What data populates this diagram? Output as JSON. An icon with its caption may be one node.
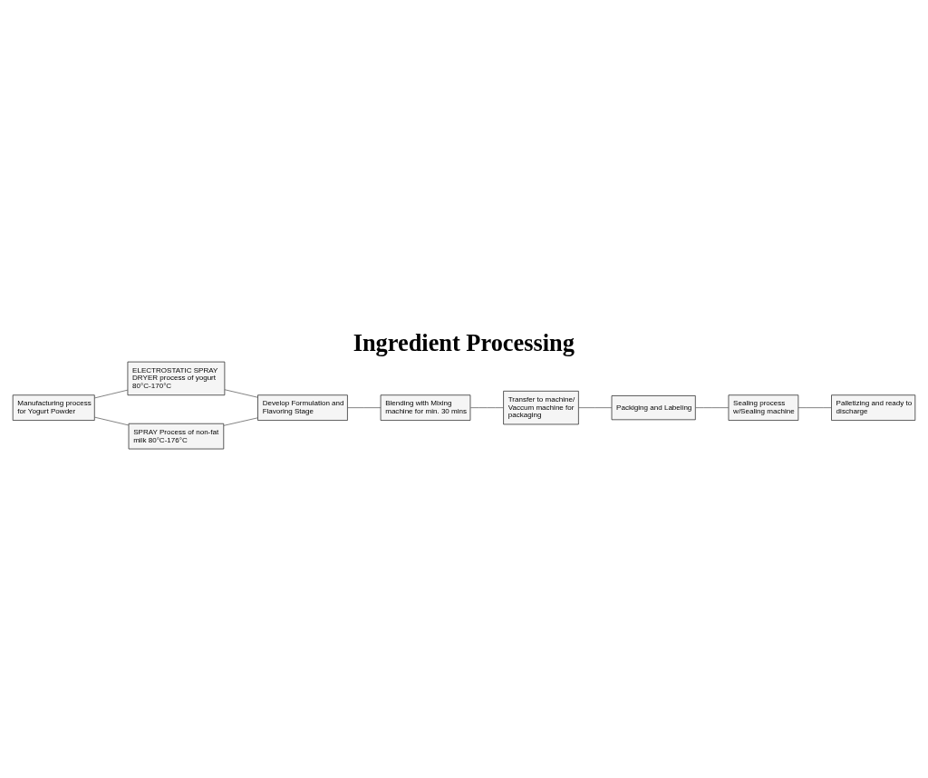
{
  "diagram": {
    "title": "Ingredient Processing",
    "nodes": [
      {
        "text": [
          "Manufacturing process for Yogurt Powder"
        ]
      },
      {
        "text": [
          "ELECTROSTATIC SPRAY DRYER process of yogurt 80°C-170°C"
        ]
      },
      {
        "text": [
          "SPRAY Process of non-fat milk 80°C-176°C"
        ]
      },
      {
        "text": [
          "Develop Formulation and Flavoring Stage"
        ]
      },
      {
        "text": [
          "Blending with Mixing machine for min. 30 mins"
        ]
      },
      {
        "text": [
          "Transfer to machine/ Vaccum machine for packaging"
        ]
      },
      {
        "text": [
          "Packiging and Labeling"
        ]
      },
      {
        "text": [
          "Sealing process w/Sealing machine"
        ]
      },
      {
        "text": [
          "Palletizing and ready to discharge"
        ]
      }
    ],
    "edges": [
      {
        "from": 0,
        "to": 1,
        "arrow": "none"
      },
      {
        "from": 0,
        "to": 2,
        "arrow": "none"
      },
      {
        "from": 1,
        "to": 3,
        "arrow": "none"
      },
      {
        "from": 2,
        "to": 3,
        "arrow": "none"
      },
      {
        "from": 3,
        "to": 4,
        "arrow": "none"
      },
      {
        "from": 4,
        "to": 5,
        "arrow": "none"
      },
      {
        "from": 5,
        "to": 6,
        "arrow": "none"
      },
      {
        "from": 6,
        "to": 7,
        "arrow": "none"
      },
      {
        "from": 7,
        "to": 8,
        "arrow": "none"
      }
    ]
  }
}
